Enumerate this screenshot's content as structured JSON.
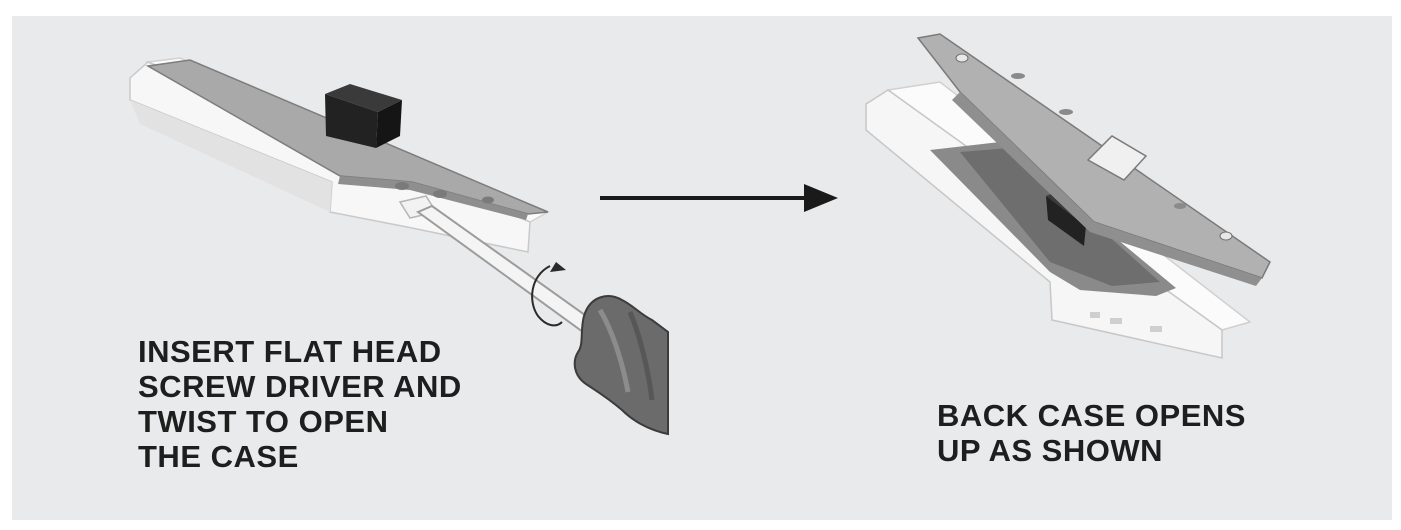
{
  "instructions": {
    "step_1_lines": [
      "INSERT FLAT HEAD",
      "SCREW DRIVER AND",
      "TWIST TO OPEN",
      "THE CASE"
    ],
    "step_2_lines": [
      "BACK CASE OPENS",
      "UP AS SHOWN"
    ]
  },
  "colors": {
    "panel_background": "#e9eaeb",
    "case_white": "#fbfbfb",
    "plate_gray": "#a6a6a6",
    "block_dark": "#2a2a2a",
    "handle_gray": "#6a6a6a",
    "text": "#1e1e1e"
  },
  "icons": [
    "closed-case-icon",
    "screwdriver-icon",
    "twist-rotation-icon",
    "arrow-right-icon",
    "opened-case-icon"
  ]
}
